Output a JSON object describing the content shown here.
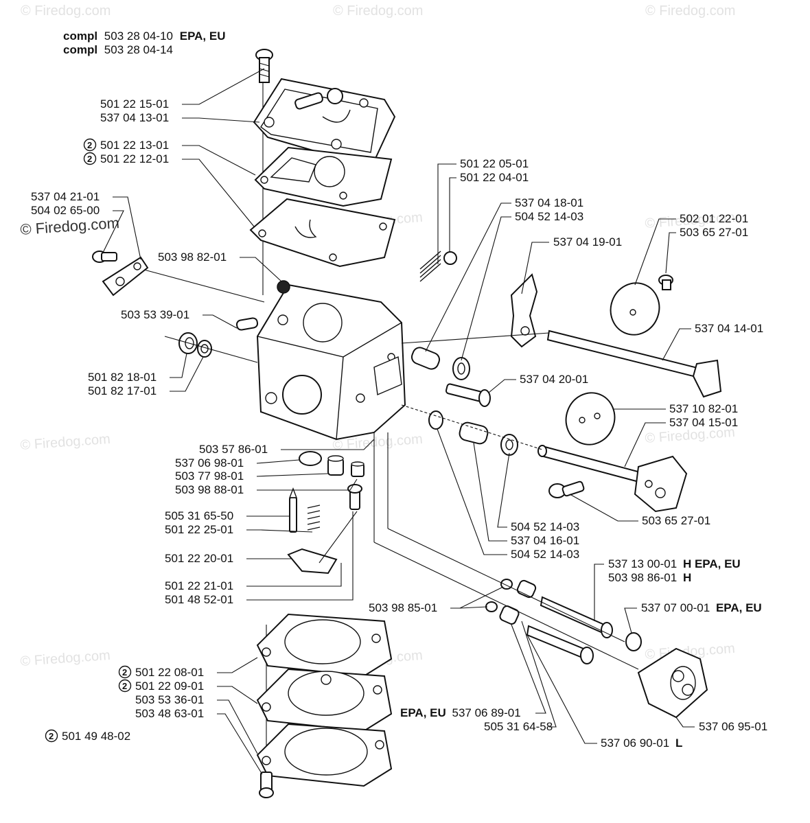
{
  "watermark": "© Firedog.com",
  "header": {
    "line1": {
      "prefix": "compl",
      "number": "503 28 04-10",
      "suffix": "EPA, EU"
    },
    "line2": {
      "prefix": "compl",
      "number": "503 28 04-14"
    }
  },
  "circled_marker": "2",
  "labels": {
    "l01": "501 22 15-01",
    "l02": "537 04 13-01",
    "l03": "501 22 13-01",
    "l04": "501 22 12-01",
    "l05": "537 04 21-01",
    "l06": "504 02 65-00",
    "l07": "503 98 82-01",
    "l08": "503 53 39-01",
    "l09": "501 82 18-01",
    "l10": "501 82 17-01",
    "l11": "501 22 05-01",
    "l12": "501 22 04-01",
    "l13": "537 04 18-01",
    "l14": "504 52 14-03",
    "l15": "537 04 19-01",
    "l16": "502 01 22-01",
    "l17": "503 65 27-01",
    "l18": "537 04 14-01",
    "l19": "537 04 20-01",
    "l20": "537 10 82-01",
    "l21": "537 04 15-01",
    "l22": "503 57 86-01",
    "l23": "537 06 98-01",
    "l24": "503 77 98-01",
    "l25": "503 98 88-01",
    "l26": "503 65 27-01",
    "l27": "505 31 65-50",
    "l28": "501 22 25-01",
    "l29": "504 52 14-03",
    "l30": "537 04 16-01",
    "l31": "504 52 14-03",
    "l32": "501 22 20-01",
    "l33": "501 22 21-01",
    "l34": "501 48 52-01",
    "l35_num": "537 13 00-01",
    "l35_suffix": "H EPA, EU",
    "l36_num": "503 98 86-01",
    "l36_suffix": "H",
    "l37": "503 98 85-01",
    "l38_num": "537 07 00-01",
    "l38_suffix": "EPA, EU",
    "l39": "501 22 08-01",
    "l40": "501 22 09-01",
    "l41": "503 53 36-01",
    "l42": "503 48 63-01",
    "l43": "501 49 48-02",
    "l44_prefix": "EPA, EU",
    "l44_num": "537 06 89-01",
    "l45": "505 31 64-58",
    "l46_num": "537 06 90-01",
    "l46_suffix": "L",
    "l47": "537 06 95-01"
  }
}
